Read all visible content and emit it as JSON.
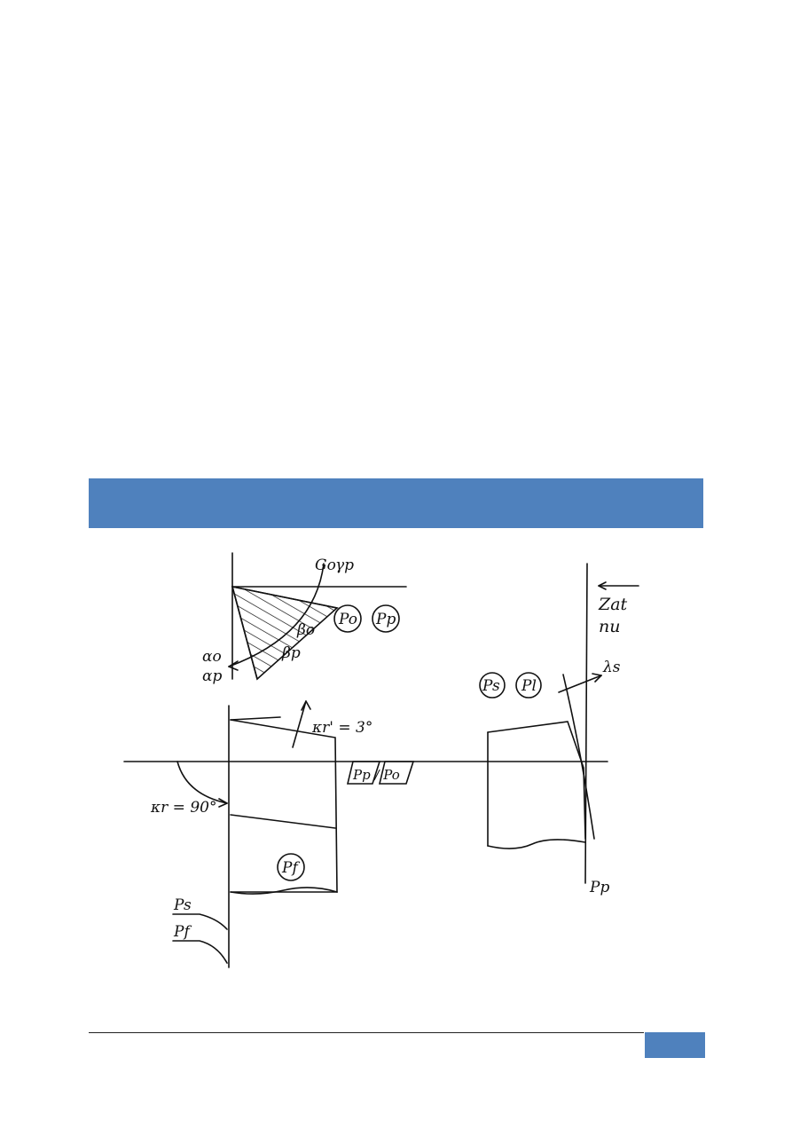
{
  "colors": {
    "accent": "#4f81bd",
    "ink": "#111111"
  },
  "figure": {
    "labels": {
      "gamma_o": "Go",
      "gamma_p": "γp",
      "beta_o": "βo",
      "beta_p": "βp",
      "alpha_o": "αo",
      "alpha_p": "αp",
      "circle_po": "Po",
      "circle_pp": "Pp",
      "circle_ps": "Ps",
      "circle_pl": "Pl",
      "circle_pf": "Pf",
      "lambda_s": "λs",
      "kappa_r_prime": "κr' = 3°",
      "kappa_r": "κr = 90°",
      "pp_po_label": "Pp / Po",
      "ps_label": "Ps",
      "pf_label": "Pf",
      "pp_bottom": "Pp",
      "cut_text_line1": "Zat",
      "cut_text_line2": "nu"
    }
  },
  "footer": {
    "page_number": ""
  }
}
